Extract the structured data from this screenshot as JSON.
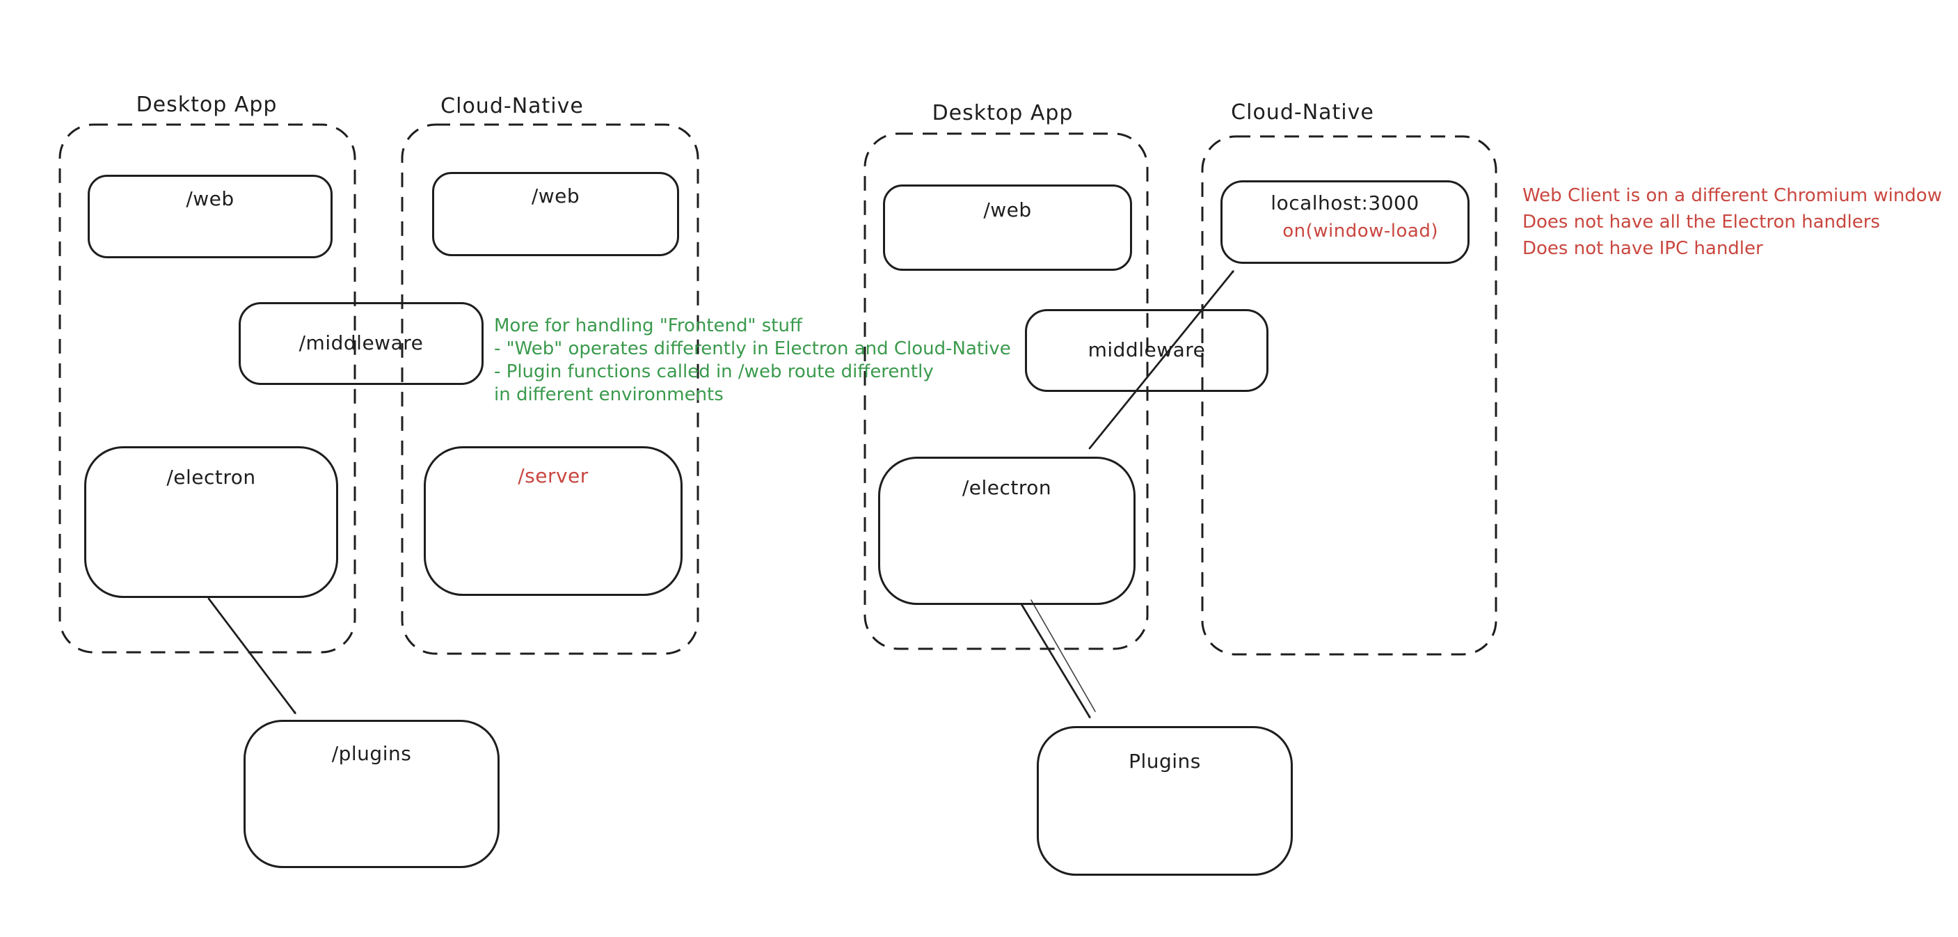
{
  "colors": {
    "stroke": "#1e1e1e",
    "green": "#3a9a4d",
    "red": "#c9463f",
    "bg": "#ffffff"
  },
  "left": {
    "desktop": {
      "title": "Desktop App",
      "web": "/web",
      "electron": "/electron"
    },
    "cloud": {
      "title": "Cloud-Native",
      "web": "/web",
      "server": "/server"
    },
    "middleware": "/middleware",
    "plugins": "/plugins",
    "note": {
      "lines": [
        "More for handling \"Frontend\" stuff",
        "- \"Web\" operates differently in Electron and Cloud-Native",
        "- Plugin functions called in /web route differently",
        "in different environments"
      ]
    }
  },
  "right": {
    "desktop": {
      "title": "Desktop App",
      "web": "/web",
      "electron": "/electron"
    },
    "cloud": {
      "title": "Cloud-Native",
      "localhost": "localhost:3000",
      "event": "on(window-load)"
    },
    "middleware": "middleware",
    "plugins": "Plugins",
    "note": {
      "lines": [
        "Web Client is on a different Chromium window",
        "Does not have all the Electron handlers",
        "Does not have IPC handler"
      ]
    }
  }
}
